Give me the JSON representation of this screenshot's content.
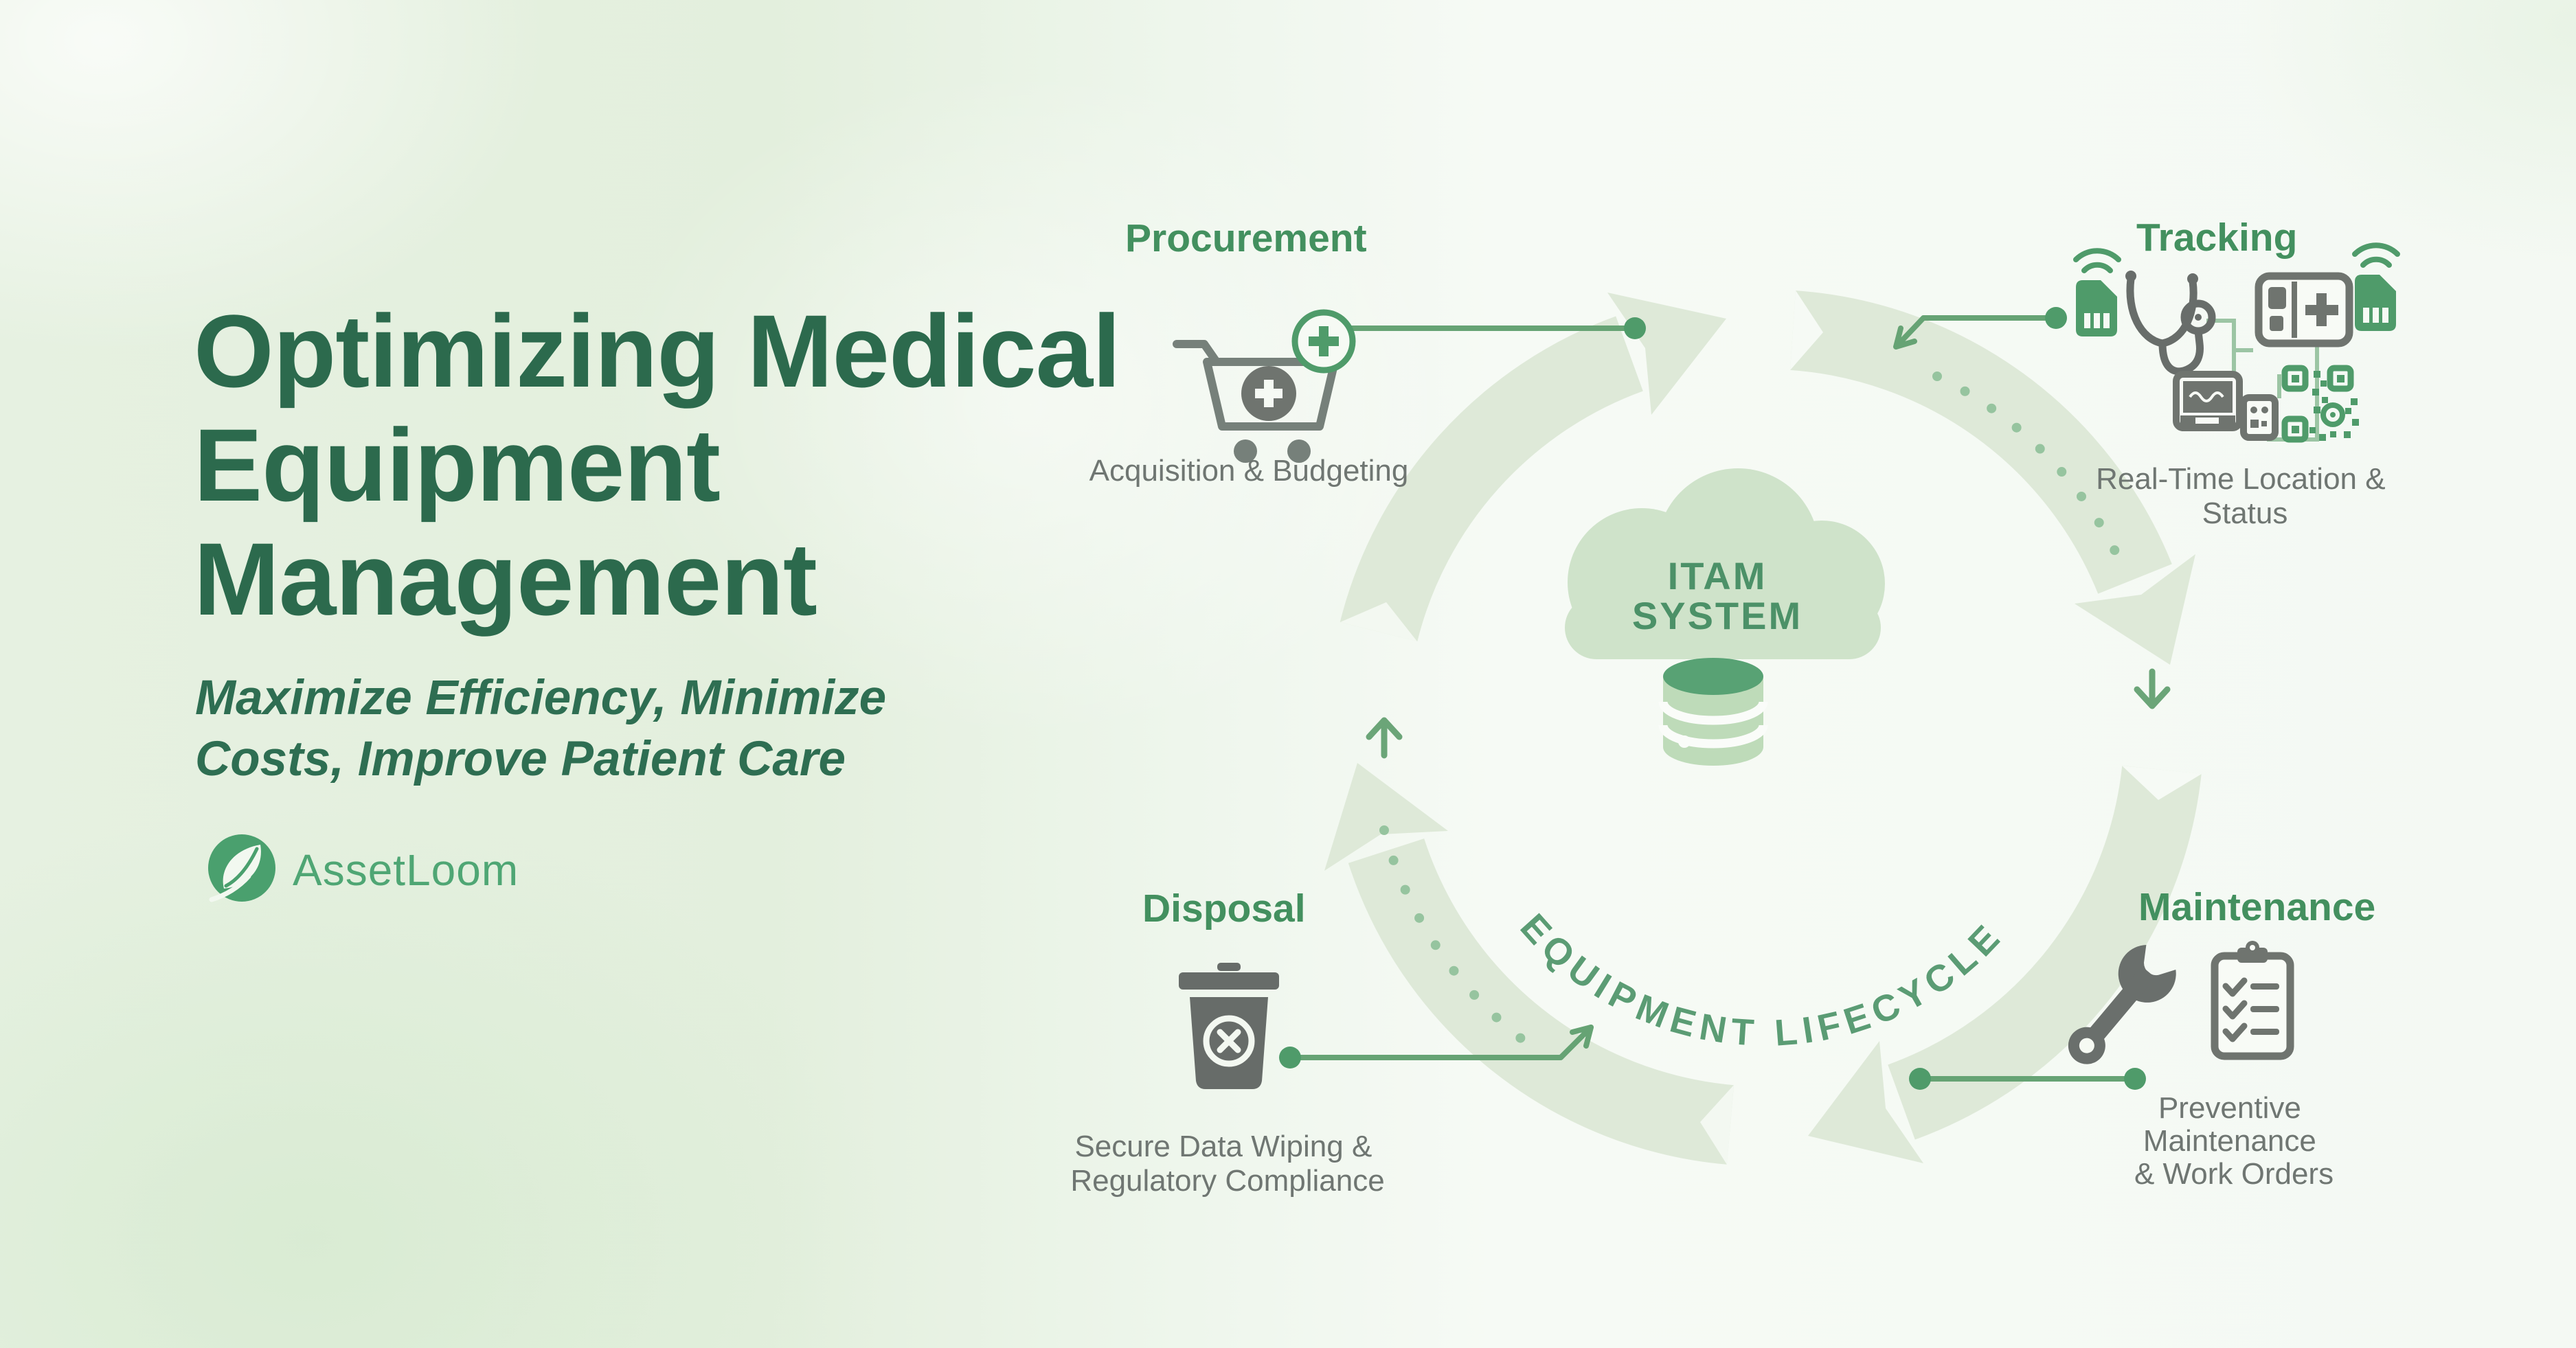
{
  "left_panel": {
    "title_lines": [
      "Optimizing Medical",
      "Equipment",
      "Management"
    ],
    "subtitle_lines": [
      "Maximize Efficiency, Minimize",
      "Costs, Improve Patient Care"
    ],
    "logo_text": "AssetLoom",
    "logo_icon": "leaf-circle-icon"
  },
  "diagram": {
    "center": {
      "cloud_line1": "ITAM",
      "cloud_line2": "SYSTEM",
      "lifecycle_label": "EQUIPMENT LIFECYCLE",
      "icons": [
        "cloud-icon",
        "database-icon"
      ]
    },
    "stages": {
      "procurement": {
        "title": "Procurement",
        "caption": "Acquisition & Budgeting",
        "icon": "medical-shopping-cart-icon"
      },
      "tracking": {
        "title": "Tracking",
        "caption_line1": "Real-Time Location &",
        "caption_line2": "Status",
        "icons": [
          "rfid-tag-wifi-icon",
          "stethoscope-icon",
          "medical-device-icon",
          "rfid-tag-wifi-icon",
          "monitor-scanner-icon",
          "qr-code-icon"
        ]
      },
      "maintenance": {
        "title": "Maintenance",
        "caption_line1": "Preventive",
        "caption_line2": "Maintenance",
        "caption_line3": "& Work Orders",
        "icons": [
          "wrench-icon",
          "checklist-clipboard-icon"
        ]
      },
      "disposal": {
        "title": "Disposal",
        "caption_line1": "Secure Data Wiping &",
        "caption_line2": "Regulatory Compliance",
        "icon": "trash-bin-x-icon"
      }
    },
    "flow": "clockwise"
  },
  "colors": {
    "title_green": "#2c6a4d",
    "stage_title_green": "#43905f",
    "logo_green": "#4fa674",
    "accent_green": "#4f9b6a",
    "connector_green": "#66a374",
    "pale_arc_green": "#dee9d8",
    "cloud_green": "#cfe3ca",
    "database_green": "#58a274",
    "icon_gray": "#6f746f",
    "caption_gray": "#6f7672",
    "background_green": "#e6f1e1"
  }
}
